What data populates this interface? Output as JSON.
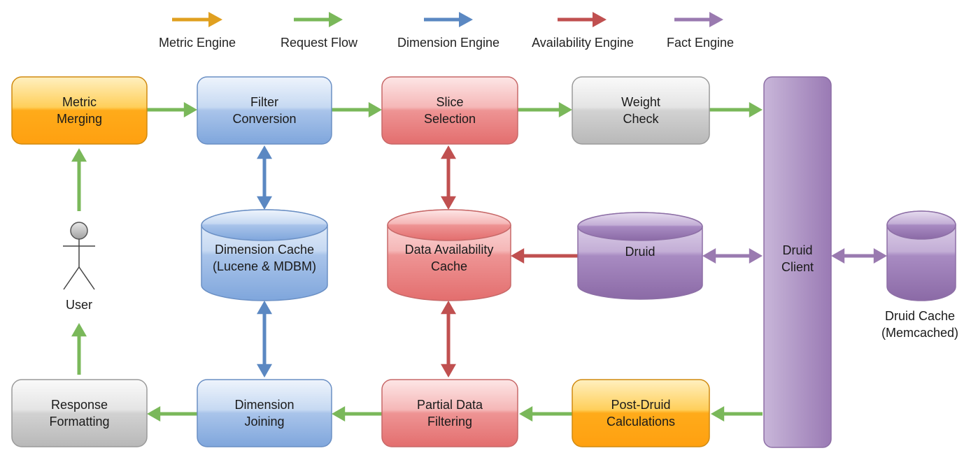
{
  "legend": [
    {
      "key": "metric",
      "label": "Metric Engine",
      "color": "#e0a020"
    },
    {
      "key": "request",
      "label": "Request Flow",
      "color": "#7ab85a"
    },
    {
      "key": "dimension",
      "label": "Dimension Engine",
      "color": "#5b88c2"
    },
    {
      "key": "availability",
      "label": "Availability Engine",
      "color": "#c05050"
    },
    {
      "key": "fact",
      "label": "Fact Engine",
      "color": "#9a7ab0"
    }
  ],
  "nodes": {
    "metric_merging": {
      "lines": [
        "Metric",
        "Merging"
      ],
      "engine": "metric"
    },
    "filter_conversion": {
      "lines": [
        "Filter",
        "Conversion"
      ],
      "engine": "dimension"
    },
    "slice_selection": {
      "lines": [
        "Slice",
        "Selection"
      ],
      "engine": "availability"
    },
    "weight_check": {
      "lines": [
        "Weight",
        "Check"
      ],
      "engine": "neutral"
    },
    "druid_client": {
      "lines": [
        "Druid",
        "Client"
      ],
      "engine": "fact"
    },
    "dimension_cache": {
      "lines": [
        "Dimension Cache",
        "(Lucene & MDBM)"
      ],
      "engine": "dimension"
    },
    "data_availability_cache": {
      "lines": [
        "Data Availability",
        "Cache"
      ],
      "engine": "availability"
    },
    "druid": {
      "lines": [
        "Druid"
      ],
      "engine": "fact"
    },
    "druid_cache": {
      "lines": [
        "Druid Cache",
        "(Memcached)"
      ],
      "engine": "fact"
    },
    "user": {
      "lines": [
        "User"
      ]
    },
    "response_formatting": {
      "lines": [
        "Response",
        "Formatting"
      ],
      "engine": "neutral"
    },
    "dimension_joining": {
      "lines": [
        "Dimension",
        "Joining"
      ],
      "engine": "dimension"
    },
    "partial_data_filtering": {
      "lines": [
        "Partial Data",
        "Filtering"
      ],
      "engine": "availability"
    },
    "post_druid_calculations": {
      "lines": [
        "Post-Druid",
        "Calculations"
      ],
      "engine": "metric"
    }
  }
}
